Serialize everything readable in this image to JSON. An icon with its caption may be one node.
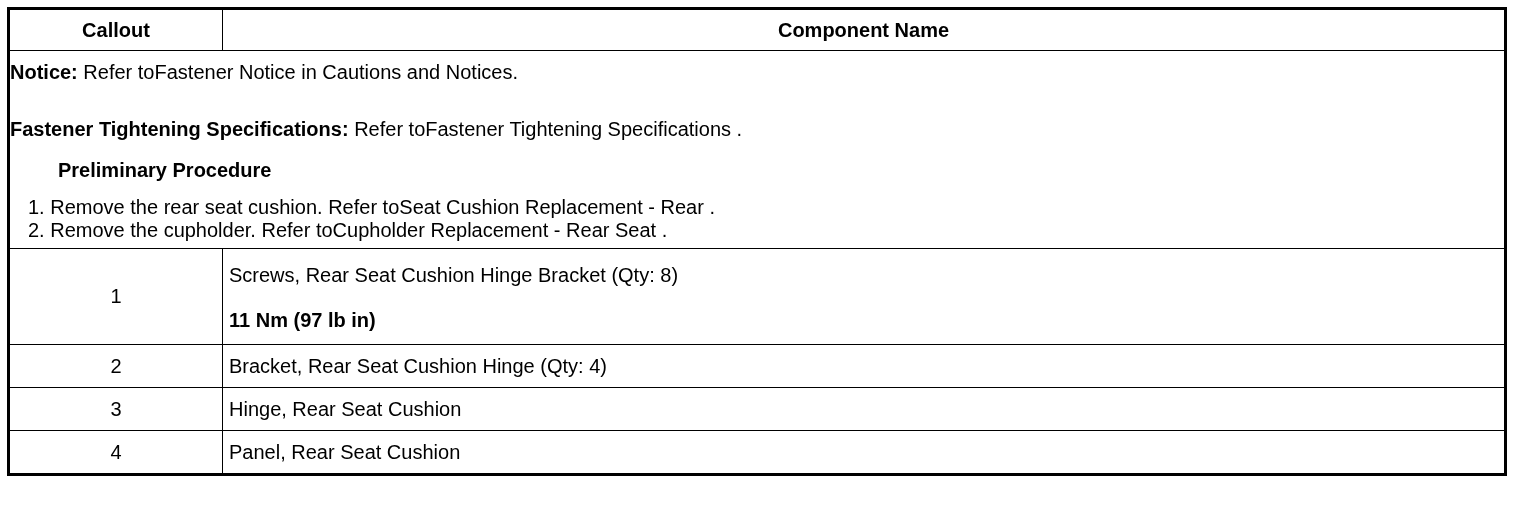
{
  "diagram": {
    "labels": [
      "Callout",
      "Component Name",
      "**Notice:** Refer toFastener Notice in Cautions and Notices.",
      "**Fastener Tightening Specifications:** Refer toFastener Tightening Specifications .",
      "Preliminary Procedure",
      "1. Remove the rear seat cushion. Refer toSeat Cushion Replacement - Rear .",
      "2. Remove the cupholder. Refer toCupholder Replacement - Rear Seat .",
      "1",
      "Screws, Rear Seat Cushion Hinge Bracket (Qty: 8)",
      "11 Nm (97 lb in)",
      "2",
      "Bracket, Rear Seat Cushion Hinge (Qty: 4)",
      "3",
      "Hinge, Rear Seat Cushion",
      "4",
      "Panel, Rear Seat Cushion"
    ]
  }
}
